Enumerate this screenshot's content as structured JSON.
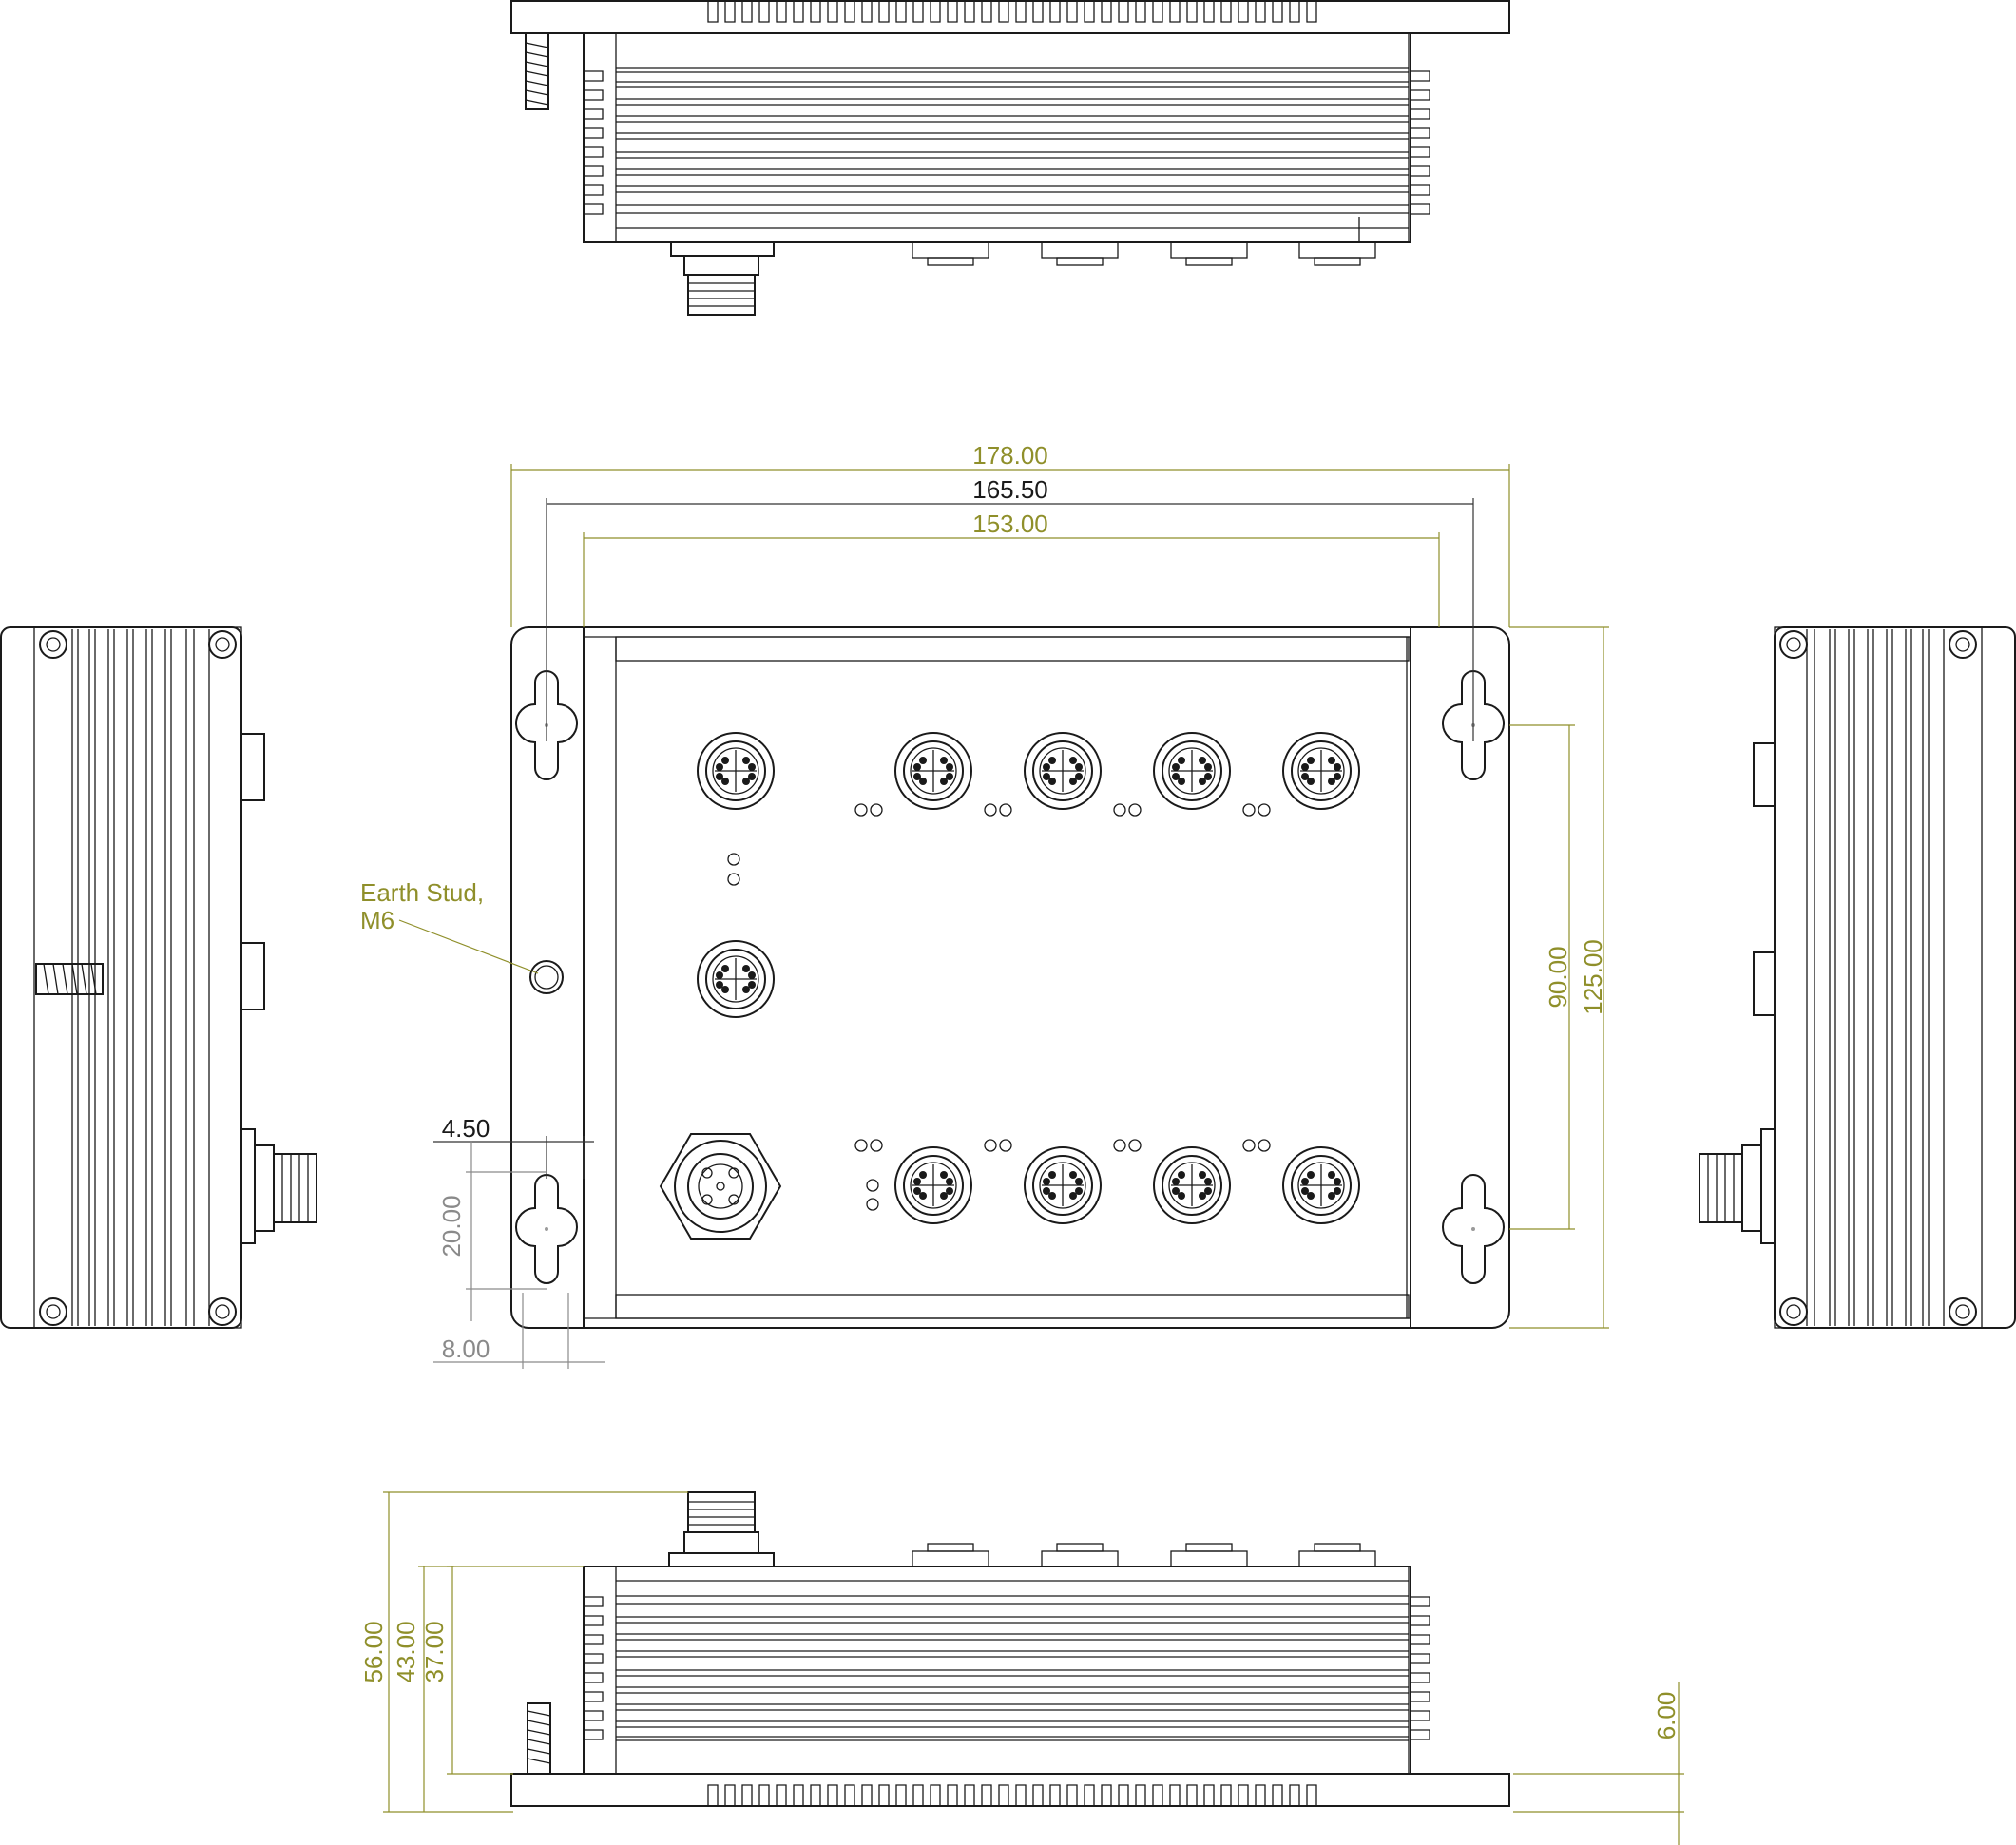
{
  "dimensions": {
    "overall_width": "178.00",
    "hole_spacing_width": "165.50",
    "body_width": "153.00",
    "overall_height": "125.00",
    "hole_spacing_height": "90.00",
    "hole_offset_x": "4.50",
    "slot_length": "20.00",
    "slot_offset": "8.00",
    "total_height": "56.00",
    "body_height_43": "43.00",
    "body_height_37": "37.00",
    "base_thickness": "6.00"
  },
  "callouts": {
    "earth_stud_line1": "Earth Stud,",
    "earth_stud_line2": "M6"
  },
  "colors": {
    "line": "#1a1a1a",
    "dimension_olive": "#8f8f2a",
    "dimension_gray": "#8a8a8a"
  }
}
